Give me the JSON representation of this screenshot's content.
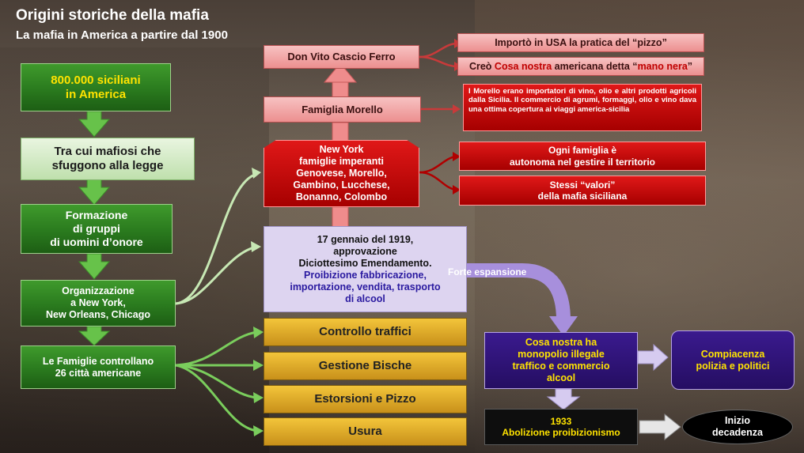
{
  "header": {
    "title": "Origini storiche della mafia",
    "subtitle": "La mafia in America a partire dal 1900"
  },
  "left_chain": [
    {
      "l1": "800.000 siciliani",
      "l2": "in America"
    },
    {
      "l1": "Tra cui mafiosi che",
      "l2": "sfuggono alla legge"
    },
    {
      "l1": "Formazione",
      "l2": "di gruppi",
      "l3": "di uomini d’onore"
    },
    {
      "l1": "Organizzazione",
      "l2": "a New York,",
      "l3": "New Orleans, Chicago"
    },
    {
      "l1": "Le  Famiglie controllano",
      "l2": "26 città americane"
    }
  ],
  "center_column": {
    "don_vito": "Don Vito  Cascio Ferro",
    "morello": "Famiglia Morello",
    "ny": {
      "l1": "New York",
      "l2": "famiglie imperanti",
      "l3": "Genovese, Morello,",
      "l4": "Gambino, Lucchese,",
      "l5": "Bonanno, Colombo"
    },
    "amendment": {
      "l1": "17 gennaio del 1919,",
      "l2": "approvazione",
      "l3": "Diciottesimo Emendamento.",
      "l4": "Proibizione fabbricazione,",
      "l5": "importazione, vendita, trasporto",
      "l6": "di alcool"
    }
  },
  "activities": [
    "Controllo traffici",
    "Gestione Bische",
    "Estorsioni e Pizzo",
    "Usura"
  ],
  "right_notes": {
    "pizzo": {
      "pre": "Importò in USA la pratica del “",
      "hl": "pizzo",
      "post": "”"
    },
    "cosa_nostra": {
      "pre": "Creò ",
      "hl1": "Cosa nostra",
      "mid": " americana detta “",
      "hl2": "mano nera",
      "post": "”"
    },
    "morello_note": "I Morello erano importatori di vino, olio e altri prodotti agricoli dalla Sicilia. Il commercio di agrumi, formaggi, olio e vino dava una ottima copertura ai viaggi america-sicilia",
    "autonomia": {
      "l1": "Ogni famiglia è",
      "l2": "autonoma nel gestire il territorio"
    },
    "valori": {
      "l1": "Stessi “valori”",
      "l2": "della mafia siciliana"
    }
  },
  "flow": {
    "espansione": "Forte espansione",
    "monopolio": {
      "l1": "Cosa nostra ha",
      "l2": "monopolio illegale",
      "l3": "traffico e commercio",
      "l4": "alcool"
    },
    "compiacenza": {
      "l1": "Compiacenza",
      "l2": "polizia e politici"
    },
    "abolizione": {
      "l1": "1933",
      "l2": "Abolizione proibizionismo"
    },
    "decadenza": {
      "l1": "Inizio",
      "l2": "decadenza"
    }
  },
  "colors": {
    "green": "#2a7a1e",
    "arrow_green": "#67c24a",
    "pink": "#ec8f8f",
    "red": "#c00000",
    "gold": "#e0ab2a",
    "lavender": "#ddd4f0",
    "purple": "#2e137a",
    "highlight_red": "#c00000",
    "highlight_blue": "#2a1aa0",
    "yellow_text": "#ffe300"
  }
}
